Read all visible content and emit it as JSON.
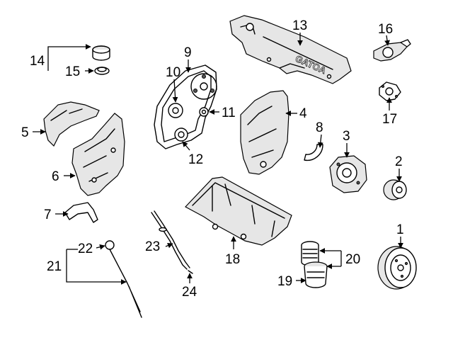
{
  "callouts": [
    {
      "id": "1",
      "text": "1"
    },
    {
      "id": "2",
      "text": "2"
    },
    {
      "id": "3",
      "text": "3"
    },
    {
      "id": "4",
      "text": "4"
    },
    {
      "id": "5",
      "text": "5"
    },
    {
      "id": "6",
      "text": "6"
    },
    {
      "id": "7",
      "text": "7"
    },
    {
      "id": "8",
      "text": "8"
    },
    {
      "id": "9",
      "text": "9"
    },
    {
      "id": "10",
      "text": "10"
    },
    {
      "id": "11",
      "text": "11"
    },
    {
      "id": "12",
      "text": "12"
    },
    {
      "id": "13",
      "text": "13"
    },
    {
      "id": "14",
      "text": "14"
    },
    {
      "id": "15",
      "text": "15"
    },
    {
      "id": "16",
      "text": "16"
    },
    {
      "id": "17",
      "text": "17"
    },
    {
      "id": "18",
      "text": "18"
    },
    {
      "id": "19",
      "text": "19"
    },
    {
      "id": "20",
      "text": "20"
    },
    {
      "id": "21",
      "text": "21"
    },
    {
      "id": "22",
      "text": "22"
    },
    {
      "id": "23",
      "text": "23"
    },
    {
      "id": "24",
      "text": "24"
    }
  ],
  "engine_cover_text": "GATOA",
  "line_color": "#000000",
  "background_color": "#ffffff"
}
